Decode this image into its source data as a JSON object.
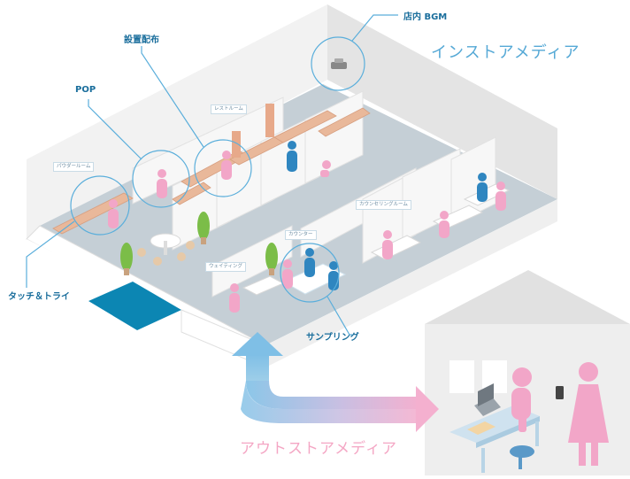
{
  "titles": {
    "instore": "インストアメディア",
    "outstore": "アウトストアメディア"
  },
  "callouts": {
    "bgm": "店内 BGM",
    "distribution": "設置配布",
    "pop": "POP",
    "touch_try": "タッチ＆トライ",
    "sampling": "サンプリング"
  },
  "room_labels": {
    "rest": "レストルーム",
    "powder": "パウダールーム",
    "counseling": "カウンセリングルーム",
    "counter": "カウンター",
    "waiting": "ウェイティング"
  },
  "colors": {
    "callout_line": "#5aaedb",
    "title_instore": "#56a9d6",
    "title_outstore": "#f4a6c4",
    "person_pink": "#f2a6c8",
    "person_blue": "#2f86c0",
    "entrance": "#0c86b3"
  }
}
